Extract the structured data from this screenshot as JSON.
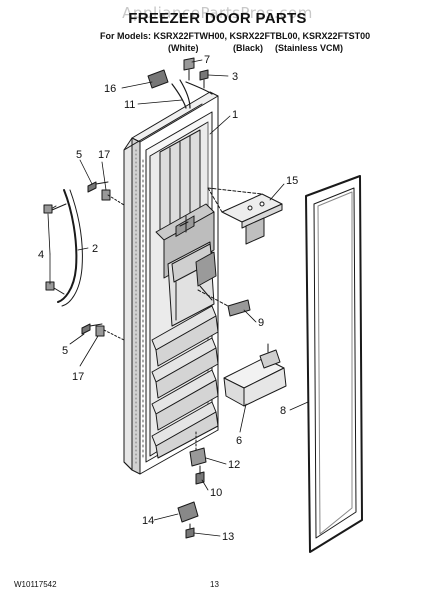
{
  "watermark": "AppliancePartsPros.com",
  "title": "FREEZER DOOR PARTS",
  "models": {
    "prefix": "For Models:",
    "list": "KSRX22FTWH00, KSRX22FTBL00, KSRX22FTST00",
    "colors": [
      "(White)",
      "(Black)",
      "(Stainless VCM)"
    ]
  },
  "callouts": [
    "7",
    "3",
    "16",
    "11",
    "1",
    "5",
    "17",
    "15",
    "2",
    "4",
    "9",
    "5",
    "17",
    "8",
    "6",
    "12",
    "10",
    "14",
    "13"
  ],
  "footer": {
    "part_number": "W10117542",
    "page": "13"
  }
}
